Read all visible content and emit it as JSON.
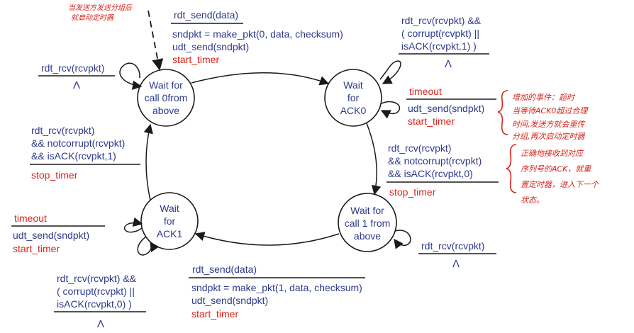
{
  "colors": {
    "action": "#2d3a8c",
    "added": "#d8251d",
    "line": "#1a1a1a"
  },
  "states": [
    {
      "id": "s0",
      "lines": [
        "Wait for",
        "call 0from",
        "above"
      ]
    },
    {
      "id": "s1",
      "lines": [
        "Wait",
        "for",
        "ACK0"
      ]
    },
    {
      "id": "s2",
      "lines": [
        "Wait for",
        "call 1 from",
        "above"
      ]
    },
    {
      "id": "s3",
      "lines": [
        "Wait",
        "for",
        "ACK1"
      ]
    }
  ],
  "transitions": {
    "t01": {
      "event": "rdt_send(data)",
      "actions": [
        "sndpkt = make_pkt(0, data, checksum)",
        "udt_send(sndpkt)"
      ],
      "added": "start_timer"
    },
    "s0_self": {
      "event": "rdt_rcv(rcvpkt)",
      "action": "Λ"
    },
    "s1_self_bad": {
      "event": [
        "rdt_rcv(rcvpkt) &&",
        "( corrupt(rcvpkt) ||",
        "isACK(rcvpkt,1) )"
      ],
      "action": "Λ"
    },
    "s1_timeout": {
      "event": "timeout",
      "action": "udt_send(sndpkt)",
      "added": "start_timer"
    },
    "t12": {
      "event": [
        "rdt_rcv(rcvpkt)",
        "&& notcorrupt(rcvpkt)",
        "&& isACK(rcvpkt,0)"
      ],
      "added": "stop_timer"
    },
    "t30": {
      "event": [
        "rdt_rcv(rcvpkt)",
        "&& notcorrupt(rcvpkt)",
        "&& isACK(rcvpkt,1)"
      ],
      "added": "stop_timer"
    },
    "s3_timeout": {
      "event": "timeout",
      "action": "udt_send(sndpkt)",
      "added": "start_timer"
    },
    "s3_self_bad": {
      "event": [
        "rdt_rcv(rcvpkt) &&",
        "( corrupt(rcvpkt) ||",
        "isACK(rcvpkt,0) )"
      ],
      "action": "Λ"
    },
    "t23": {
      "event": "rdt_send(data)",
      "actions": [
        "sndpkt = make_pkt(1, data, checksum)",
        "udt_send(sndpkt)"
      ],
      "added": "start_timer"
    },
    "s2_self": {
      "event": "rdt_rcv(rcvpkt)",
      "action": "Λ"
    }
  },
  "notes": {
    "top_left": [
      "当发送方发送分组后",
      "就启动定时器"
    ],
    "right_timeout": [
      "增加的事件：超时",
      "当等待ACK0超过合理",
      "时间,发送方就会重传",
      "分组,再次启动定时器"
    ],
    "right_ack": [
      "正确地接收到对应",
      "序列号的ACK，就重",
      "置定时器，进入下一个",
      "状态。"
    ]
  }
}
